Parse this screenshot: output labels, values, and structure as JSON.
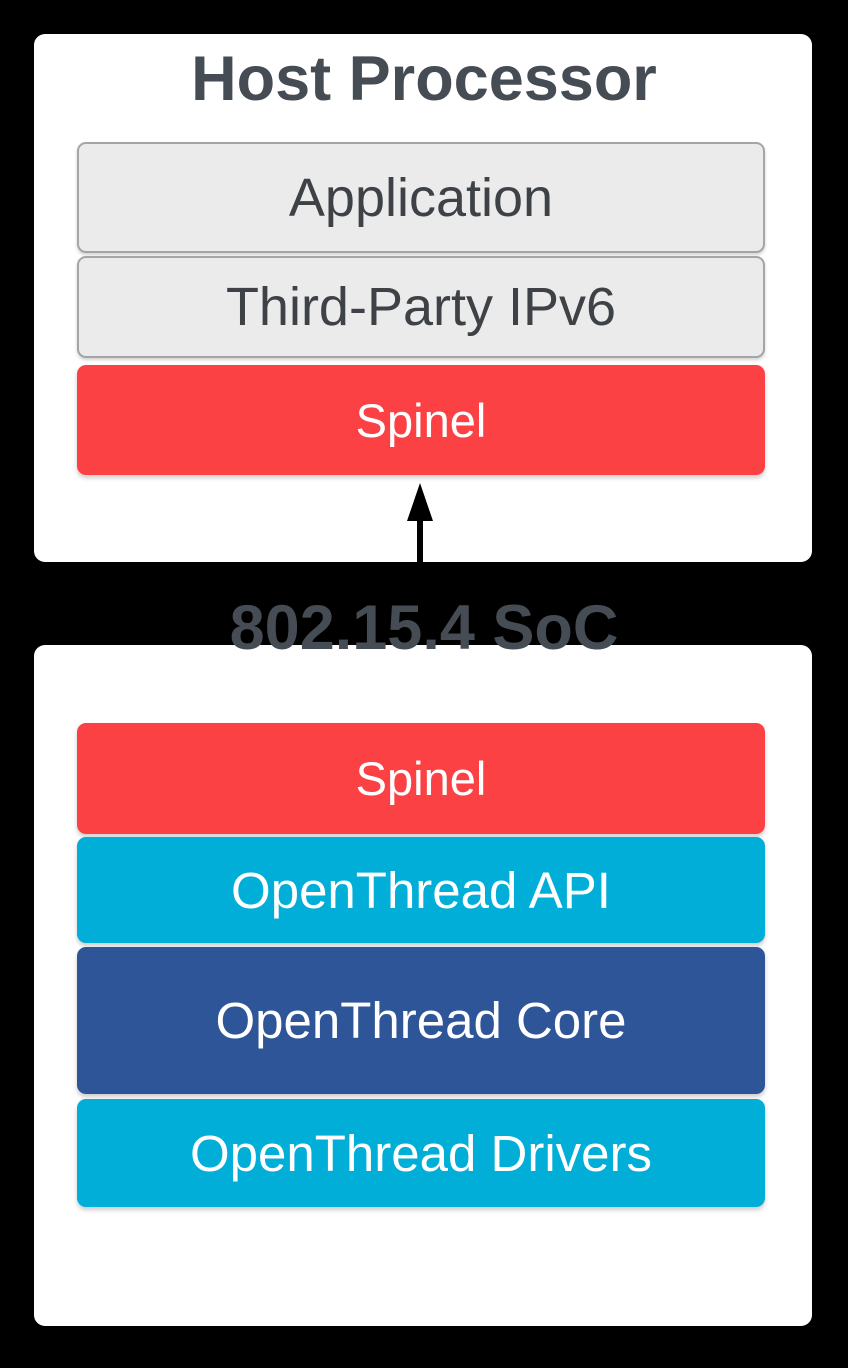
{
  "colors": {
    "background": "#000000",
    "card": "#ffffff",
    "red": "#fc4145",
    "cyan": "#00aed8",
    "darkblue": "#2e5597",
    "gray_fill": "#ebebeb",
    "gray_border": "#a5a5a5",
    "gray_text": "#3e4247",
    "title_text": "#454c54",
    "white_text": "#ffffff",
    "arrow": "#000000"
  },
  "host_card": {
    "title": "Host Processor",
    "layers": [
      {
        "label": "Application",
        "type": "gray"
      },
      {
        "label": "Third-Party IPv6",
        "type": "gray"
      },
      {
        "label": "Spinel",
        "type": "red"
      }
    ]
  },
  "connector": {
    "name": "bidirectional-arrow",
    "direction": "vertical"
  },
  "soc_card": {
    "title": "802.15.4 SoC",
    "layers": [
      {
        "label": "Spinel",
        "type": "red"
      },
      {
        "label": "OpenThread API",
        "type": "cyan"
      },
      {
        "label": "OpenThread Core",
        "type": "darkblue"
      },
      {
        "label": "OpenThread Drivers",
        "type": "cyan"
      }
    ]
  }
}
